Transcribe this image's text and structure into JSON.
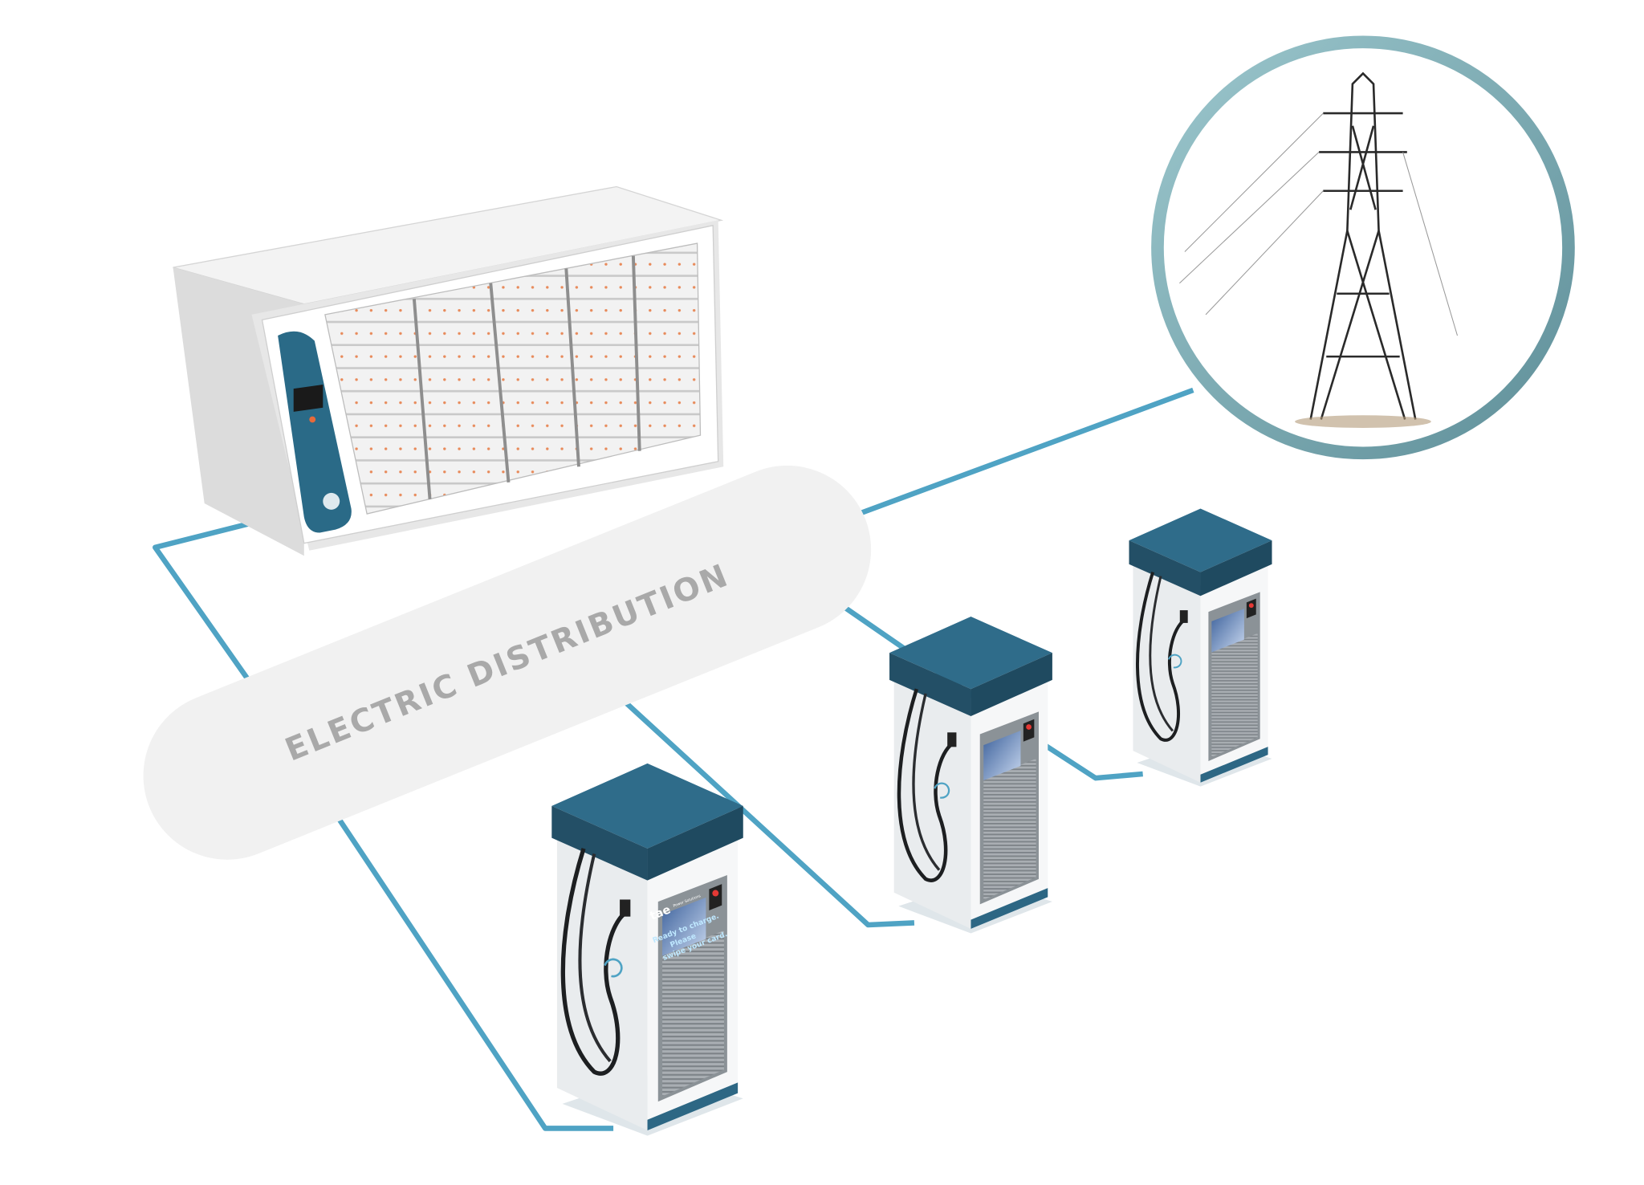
{
  "diagram": {
    "label": "ELECTRIC DISTRIBUTION",
    "nodes": [
      {
        "id": "battery-storage-container",
        "kind": "battery energy storage container"
      },
      {
        "id": "power-grid",
        "kind": "transmission tower"
      },
      {
        "id": "charger-1",
        "kind": "EV charging station"
      },
      {
        "id": "charger-2",
        "kind": "EV charging station"
      },
      {
        "id": "charger-3",
        "kind": "EV charging station"
      }
    ],
    "charger_brand": "tae",
    "charger_brand_sub": "Power Solutions",
    "charger_screen": {
      "line1": "Ready to charge.",
      "line2": "Please",
      "line3": "swipe your card."
    }
  },
  "colors": {
    "connection_line": "#4fa3c4",
    "charger_top": "#2d6784",
    "grid_ring": "#86b6bf",
    "pill": "#f1f1f1",
    "label": "#a9a9a9"
  }
}
